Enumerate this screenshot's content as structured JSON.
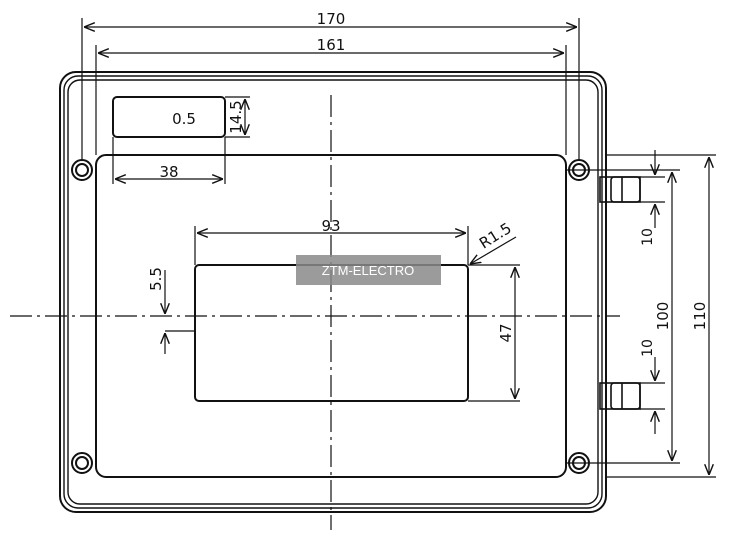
{
  "drawing": {
    "dim_overall_width": "170",
    "dim_inner_width": "161",
    "dim_label_thickness": "0.5",
    "dim_label_height": "14.5",
    "dim_label_width": "38",
    "dim_window_width": "93",
    "dim_corner_radius": "R1.5",
    "dim_window_height": "47",
    "dim_window_offset": "5.5",
    "dim_connector_top": "10",
    "dim_connector_bottom": "10",
    "dim_inner_height": "100",
    "dim_overall_height": "110",
    "watermark": "ZTM-ELECTRO"
  }
}
